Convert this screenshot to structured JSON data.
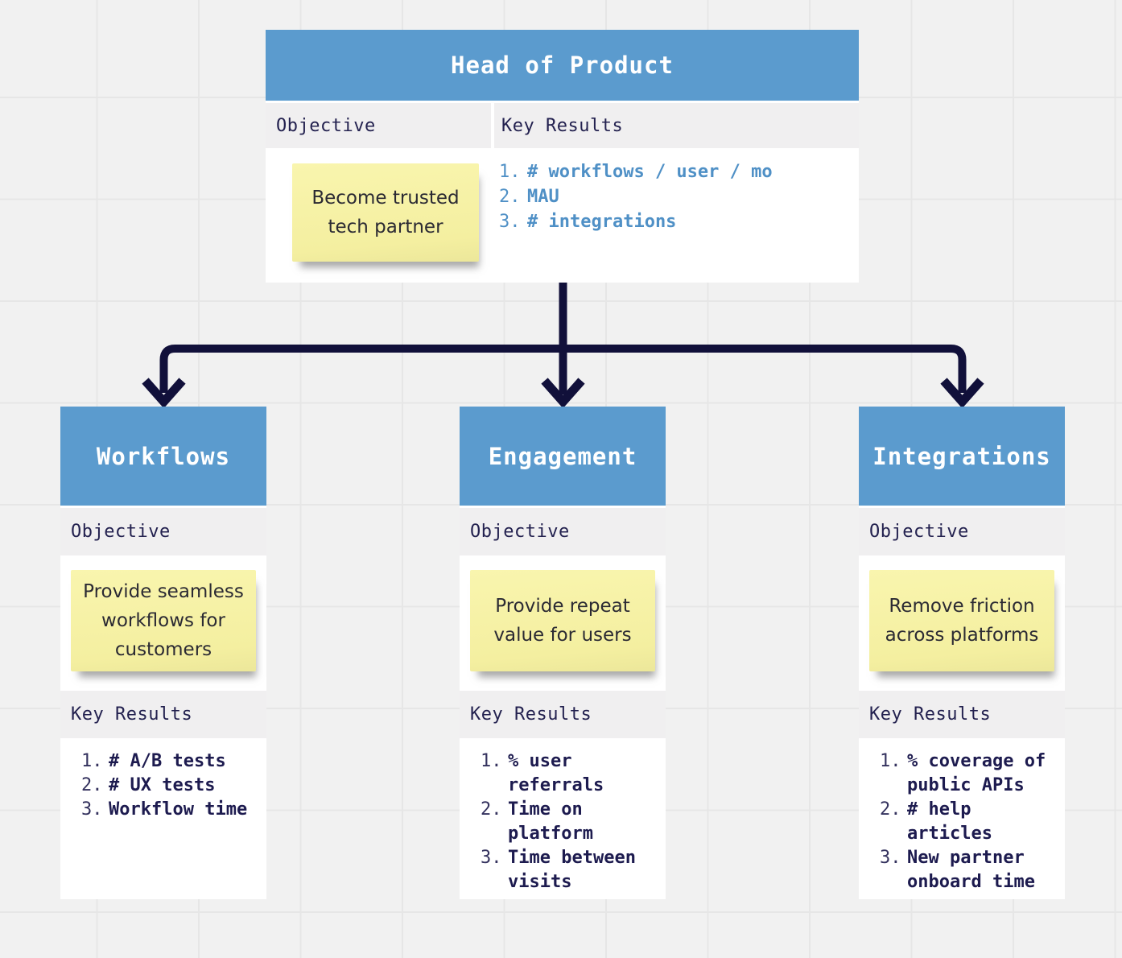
{
  "colors": {
    "header_blue": "#5b9bce",
    "card_white": "#ffffff",
    "band_gray": "#f0eff0",
    "sticky_yellow": "#f6f1a4",
    "text_navy": "#1d1b4f",
    "key_result_blue": "#4f90c6",
    "arrow_navy": "#11103a",
    "canvas_gray": "#f1f1f1"
  },
  "root_card": {
    "title": "Head of Product",
    "objective_label": "Objective",
    "key_results_label": "Key Results",
    "objective": "Become trusted tech partner",
    "key_results": [
      "# workflows / user / mo",
      "MAU",
      "# integrations"
    ]
  },
  "child_cards": [
    {
      "title": "Workflows",
      "objective_label": "Objective",
      "key_results_label": "Key Results",
      "objective": "Provide seamless workflows for customers",
      "key_results": [
        "# A/B tests",
        "# UX tests",
        "Workflow time"
      ]
    },
    {
      "title": "Engagement",
      "objective_label": "Objective",
      "key_results_label": "Key Results",
      "objective": "Provide repeat value for users",
      "key_results": [
        "% user referrals",
        "Time on platform",
        "Time between visits"
      ]
    },
    {
      "title": "Integrations",
      "objective_label": "Objective",
      "key_results_label": "Key Results",
      "objective": "Remove friction across platforms",
      "key_results": [
        "% coverage of public APIs",
        "# help articles",
        "New partner onboard time"
      ]
    }
  ]
}
